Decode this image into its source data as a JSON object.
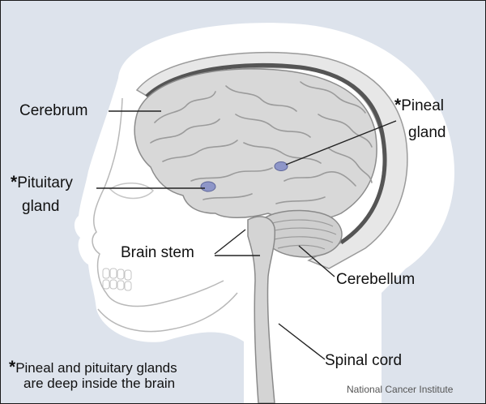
{
  "labels": {
    "cerebrum": "Cerebrum",
    "pineal_asterisk": "*",
    "pineal_line1": "Pineal",
    "pineal_line2": "gland",
    "pituitary_asterisk": "*",
    "pituitary_line1": "Pituitary",
    "pituitary_line2": "gland",
    "brain_stem": "Brain stem",
    "cerebellum": "Cerebellum",
    "spinal_cord": "Spinal cord"
  },
  "footnote": {
    "asterisk": "*",
    "line1": "Pineal and pituitary glands",
    "line2": "are deep inside the brain"
  },
  "credit": "National Cancer Institute",
  "colors": {
    "background": "#dde3ec",
    "head_silhouette": "#ffffff",
    "brain": "#d9d9d9",
    "gland": "#8e96c8",
    "leader_line": "#222222"
  }
}
